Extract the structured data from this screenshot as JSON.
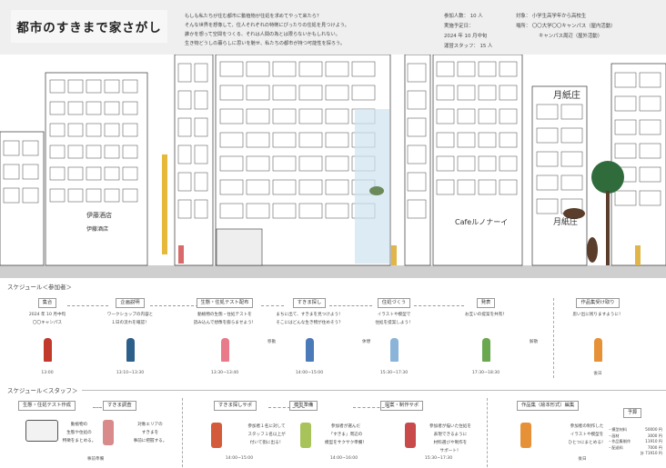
{
  "title": "都市のすきまで家さがし",
  "intro": [
    "もしも私たちが住む都市に動植物が住処を求めてやって来たら？",
    "そんな世界を想像して、住人それぞれの特徴にぴったりの住処を見つけよう。",
    "誰かを想って空間をつくる、それは人間の為とは限らないかもしれない。",
    "生き物どうしの暮らしに思いを馳せ、私たちの都市が持つ可能性を探ろう。"
  ],
  "info": {
    "participants_label": "参加人数：",
    "participants": "10 人",
    "date_label": "実施予定日：",
    "date": "2024 年 10 月中旬",
    "staff_label": "運営スタッフ：",
    "staff": "15 人",
    "target_label": "対象：",
    "target": "小学生高学年から高校生",
    "place_label": "場所：",
    "place1": "〇〇大学〇〇キャンパス（屋内活動）",
    "place2": "キャンパス周辺（屋外活動）"
  },
  "signs": {
    "sake": "伊藤酒店",
    "sake2": "伊藤酒店",
    "cafe": "Cafeルノナーイ",
    "paper": "月紙庄",
    "paper2": "月紙庄"
  },
  "participant_schedule": {
    "title": "スケジュール＜参加者＞",
    "steps": [
      {
        "label": "集合",
        "desc": [
          "2024 年 10 月中旬",
          "〇〇キャンパス"
        ],
        "time": "13:00"
      },
      {
        "label": "企画説明",
        "desc": [
          "ワークショップの内容と",
          "１日の流れを確認！"
        ],
        "time": "13:10~13:30"
      },
      {
        "label": "生態・住処テスト配布",
        "desc": [
          "動植物の生態・住処テストを",
          "読み込んで想像を膨らませよう！"
        ],
        "time": "13:30~13:40"
      },
      {
        "label": "すきま探し",
        "desc": [
          "まちに出て、すきまを見つけよう！",
          "そこにはどんな生き物が住めそう？"
        ],
        "time": "14:00~15:00"
      },
      {
        "label": "住処づくう",
        "desc": [
          "イラストや模型で",
          "住処を提案しよう！"
        ],
        "time": "15:30~17:30"
      },
      {
        "label": "発表",
        "desc": [
          "お互いの提案を共有！"
        ],
        "time": "17:30~18:30"
      },
      {
        "label": "作品集受け取り",
        "desc": [
          "思い出に残りますように！"
        ],
        "time": "後日"
      }
    ],
    "notes": [
      "移動",
      "休憩",
      "解散"
    ]
  },
  "staff_schedule": {
    "title": "スケジュール＜スタッフ＞",
    "steps": [
      {
        "label": "生態・住処テスト作成",
        "desc": [
          "動植物の",
          "生態や住処の",
          "特徴をまとめる。"
        ]
      },
      {
        "label": "すきま調査",
        "desc": [
          "対象エリアの",
          "すきまを",
          "事前に把握する。"
        ]
      },
      {
        "label": "すきま探しサポ",
        "desc": [
          "参加者１名に対して",
          "スタッフ１名以上が",
          "付いて街に出る！"
        ],
        "time": "14:00~15:00"
      },
      {
        "label": "模型準備",
        "desc": [
          "参加者が選んだ",
          "「すきま」周辺の",
          "模型をサクサク準備！"
        ],
        "time": "14:00~16:00"
      },
      {
        "label": "提案・制作サポ",
        "desc": [
          "参加者が描いた住処を",
          "表現できるように",
          "材料選びや制作を",
          "サポート！"
        ],
        "time": "15:30~17:30"
      },
      {
        "label": "作品集（絵本形式）編集",
        "desc": [
          "参加者の制作した",
          "イラストや模型を",
          "ひとつにまとめる！"
        ],
        "time": "後日"
      }
    ],
    "prep_time": "事前準備",
    "budget": {
      "title": "予算",
      "items": [
        {
          "name": "・模型材料",
          "value": "50000 円"
        },
        {
          "name": "・画材",
          "value": "3000 円"
        },
        {
          "name": "・作品集制作",
          "value": "11910 円"
        },
        {
          "name": "・配送料",
          "value": "7000 円"
        }
      ],
      "total": "計 71910 円"
    }
  },
  "colors": {
    "header_bg": "#efefef",
    "ground": "#cfcfcf",
    "line": "#333333"
  }
}
